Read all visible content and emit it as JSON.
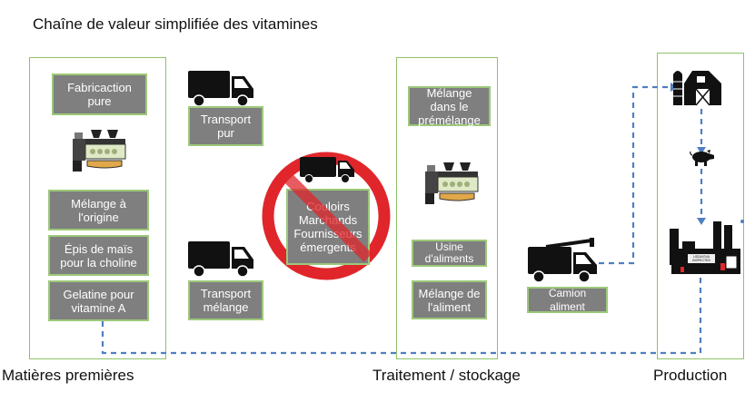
{
  "title": "Chaîne de valeur simplifiée des vitamines",
  "columns": {
    "raw": "Matières premières",
    "processing": "Traitement / stockage",
    "production": "Production"
  },
  "boxes": {
    "fab_pure": "Fabricaction pure",
    "melange_origine": "Mélange à l'origine",
    "epis_mais": "Épis de maïs pour la choline",
    "gelatine": "Gelatine pour vitamine A",
    "transport_pur": "Transport pur",
    "transport_melange": "Transport mélange",
    "couloirs": "Couloirs Marchands Fournisseurs émergents",
    "melange_premelange": "Mélange dans le prémélange",
    "usine": "Usine d'aliments",
    "melange_aliment": "Mélange de l'aliment",
    "camion": "Camion aliment"
  },
  "icons": {
    "truck": "truck-icon",
    "mixer": "mixer-machine-icon",
    "farm": "barn-silo-icon",
    "pig": "pig-icon",
    "factory": "factory-icon",
    "prohibited": "prohibited-sign-icon"
  },
  "colors": {
    "border": "#8dc26a",
    "box_fill": "#7f7f7f",
    "dash_line": "#4f7fc1",
    "prohibit": "#e0262b"
  },
  "factory_sign": "USDA/OVA INSPECTED"
}
